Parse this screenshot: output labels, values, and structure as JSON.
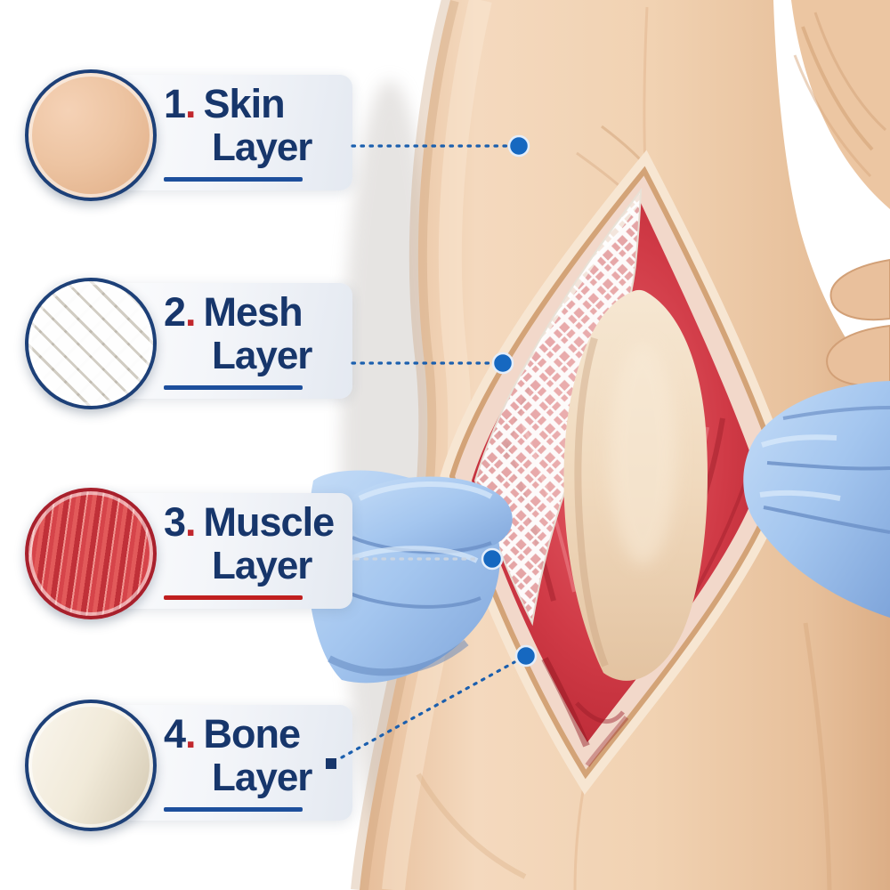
{
  "legend": {
    "items": [
      {
        "num": "1",
        "dot": ".",
        "title": "Skin",
        "subtitle": "Layer"
      },
      {
        "num": "2",
        "dot": ".",
        "title": "Mesh",
        "subtitle": "Layer"
      },
      {
        "num": "3",
        "dot": ".",
        "title": "Muscle",
        "subtitle": "Layer"
      },
      {
        "num": "4",
        "dot": ".",
        "title": "Bone",
        "subtitle": "Layer"
      }
    ]
  },
  "colors": {
    "navy": "#17366b",
    "red": "#c1272d",
    "underlineBlue": "#1d4f9c",
    "underlineRed": "#c01f1f",
    "leaderBlue": "#1b5fae",
    "leaderLight": "#c9d4e2",
    "dotBlue": "#1668c0",
    "skinTone": "#eccaa6",
    "muscleRed": "#c9323e",
    "meshWhite": "#f1ede5",
    "boneCream": "#efe4cf",
    "gloveBlue": "#a5c6ee",
    "rimPink": "#f2d8ca"
  }
}
